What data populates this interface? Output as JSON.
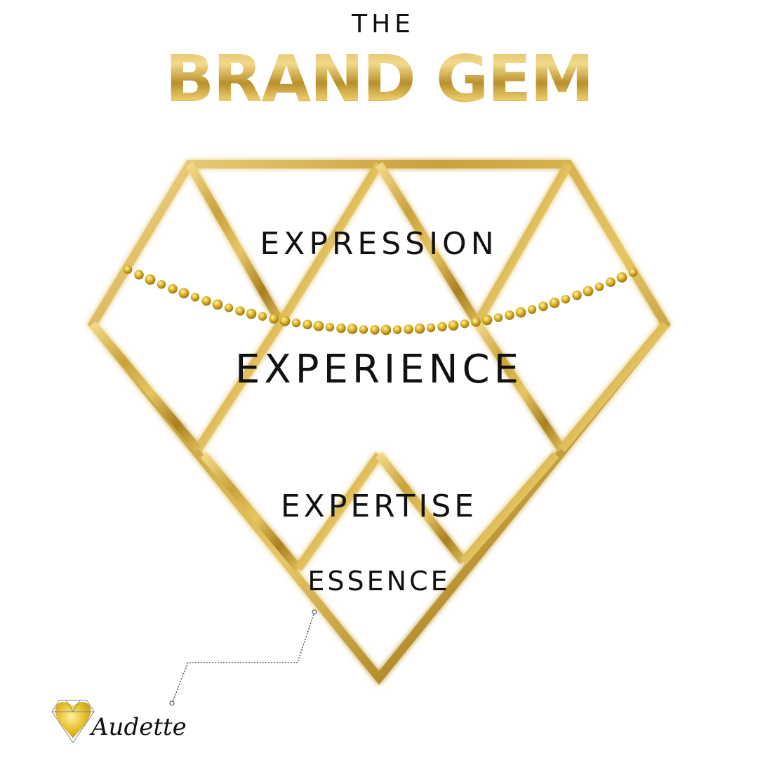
{
  "header": {
    "pre_title": "THE",
    "title": "BRAND GEM"
  },
  "gem": {
    "layers": [
      {
        "id": "expression",
        "label": "EXPRESSION"
      },
      {
        "id": "experience",
        "label": "EXPERIENCE"
      },
      {
        "id": "expertise",
        "label": "EXPERTISE"
      },
      {
        "id": "essence",
        "label": "ESSENCE"
      }
    ]
  },
  "logo": {
    "name": "Audette",
    "icon": "gold-heart-gem-icon"
  },
  "colors": {
    "gold_light": "#f2d98a",
    "gold_mid": "#d4ae45",
    "gold_dark": "#9c7418",
    "text": "#111111",
    "background": "#ffffff"
  }
}
